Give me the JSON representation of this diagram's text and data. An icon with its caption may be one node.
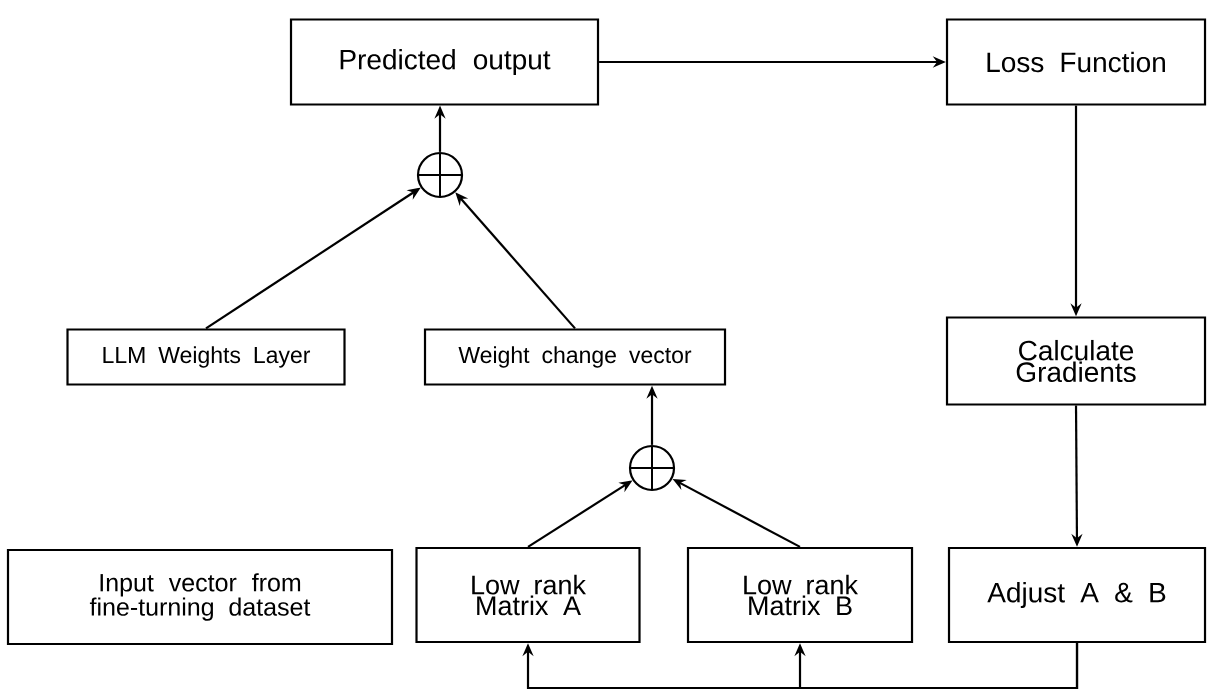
{
  "diagram": {
    "nodes": [
      {
        "text": [
          "Predicted output"
        ]
      },
      {
        "text": [
          "Loss Function"
        ]
      },
      {
        "text": [],
        "shape": "circle"
      },
      {
        "text": [
          "LLM Weights Layer"
        ]
      },
      {
        "text": [
          "Weight change vector"
        ]
      },
      {
        "text": [
          "Calculate Gradients"
        ]
      },
      {
        "text": [],
        "shape": "circle"
      },
      {
        "text": [
          "Input vector from fine-turning dataset"
        ]
      },
      {
        "text": [
          "Low rank Matrix A"
        ]
      },
      {
        "text": [
          "Low rank Matrix B"
        ]
      },
      {
        "text": [
          "Adjust A & B"
        ]
      }
    ],
    "edges": [
      {
        "from": 0,
        "to": 1,
        "arrow": "to"
      },
      {
        "from": 1,
        "to": 5,
        "arrow": "to"
      },
      {
        "from": 5,
        "to": 10,
        "arrow": "to"
      },
      {
        "from": 2,
        "to": 0,
        "arrow": "to"
      },
      {
        "from": 3,
        "to": 2,
        "arrow": "to"
      },
      {
        "from": 4,
        "to": 2,
        "arrow": "to"
      },
      {
        "from": 6,
        "to": 4,
        "arrow": "to"
      },
      {
        "from": 8,
        "to": 6,
        "arrow": "to"
      },
      {
        "from": 9,
        "to": 6,
        "arrow": "to"
      },
      {
        "from": 10,
        "to": 8,
        "arrow": "to"
      },
      {
        "from": 10,
        "to": 9,
        "arrow": "to"
      }
    ]
  }
}
